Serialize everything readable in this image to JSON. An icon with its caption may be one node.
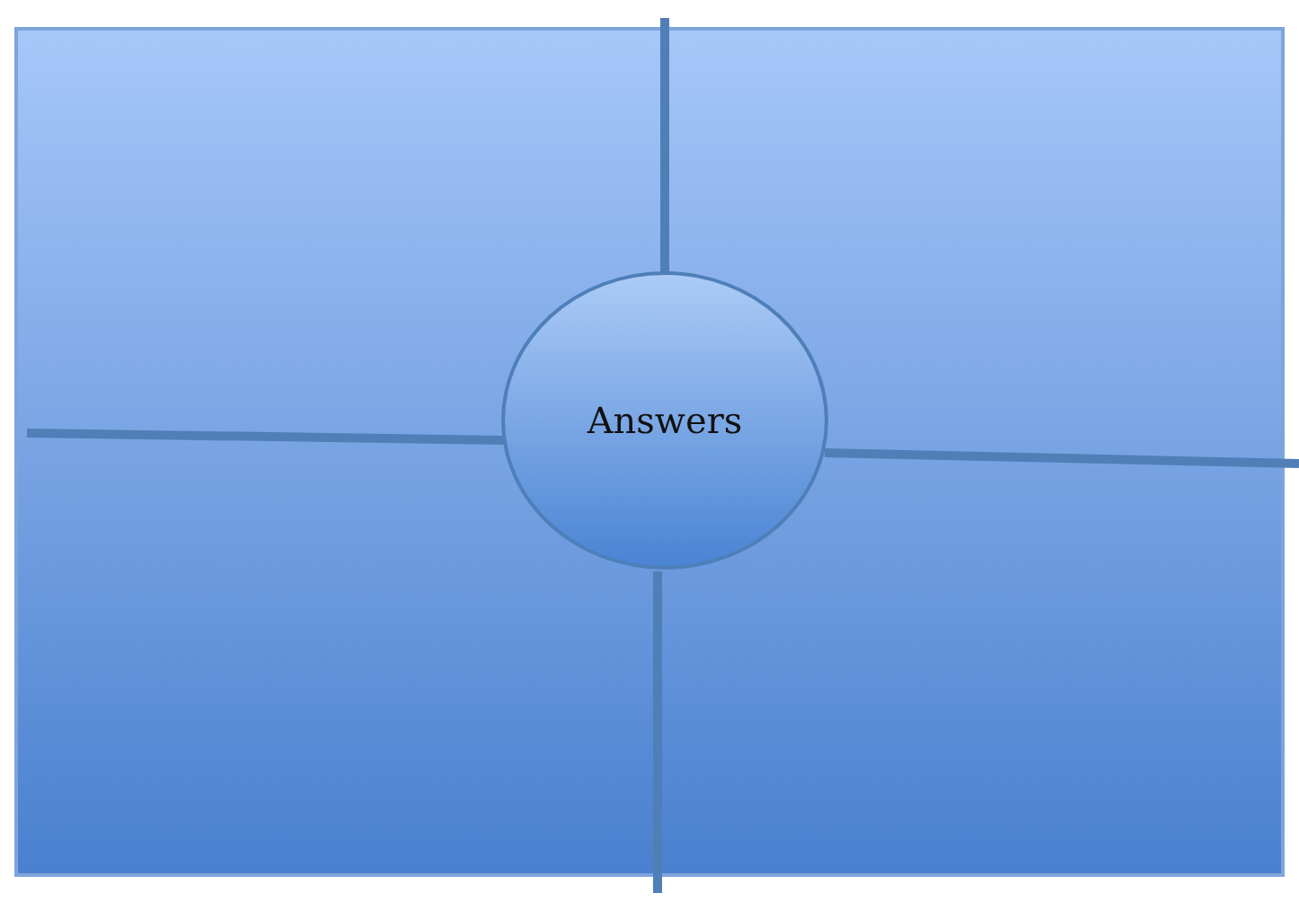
{
  "diagram": {
    "nodes": [
      {
        "text": [],
        "shape": "box"
      },
      {
        "text": [
          "Answers"
        ],
        "in": 0
      }
    ]
  }
}
